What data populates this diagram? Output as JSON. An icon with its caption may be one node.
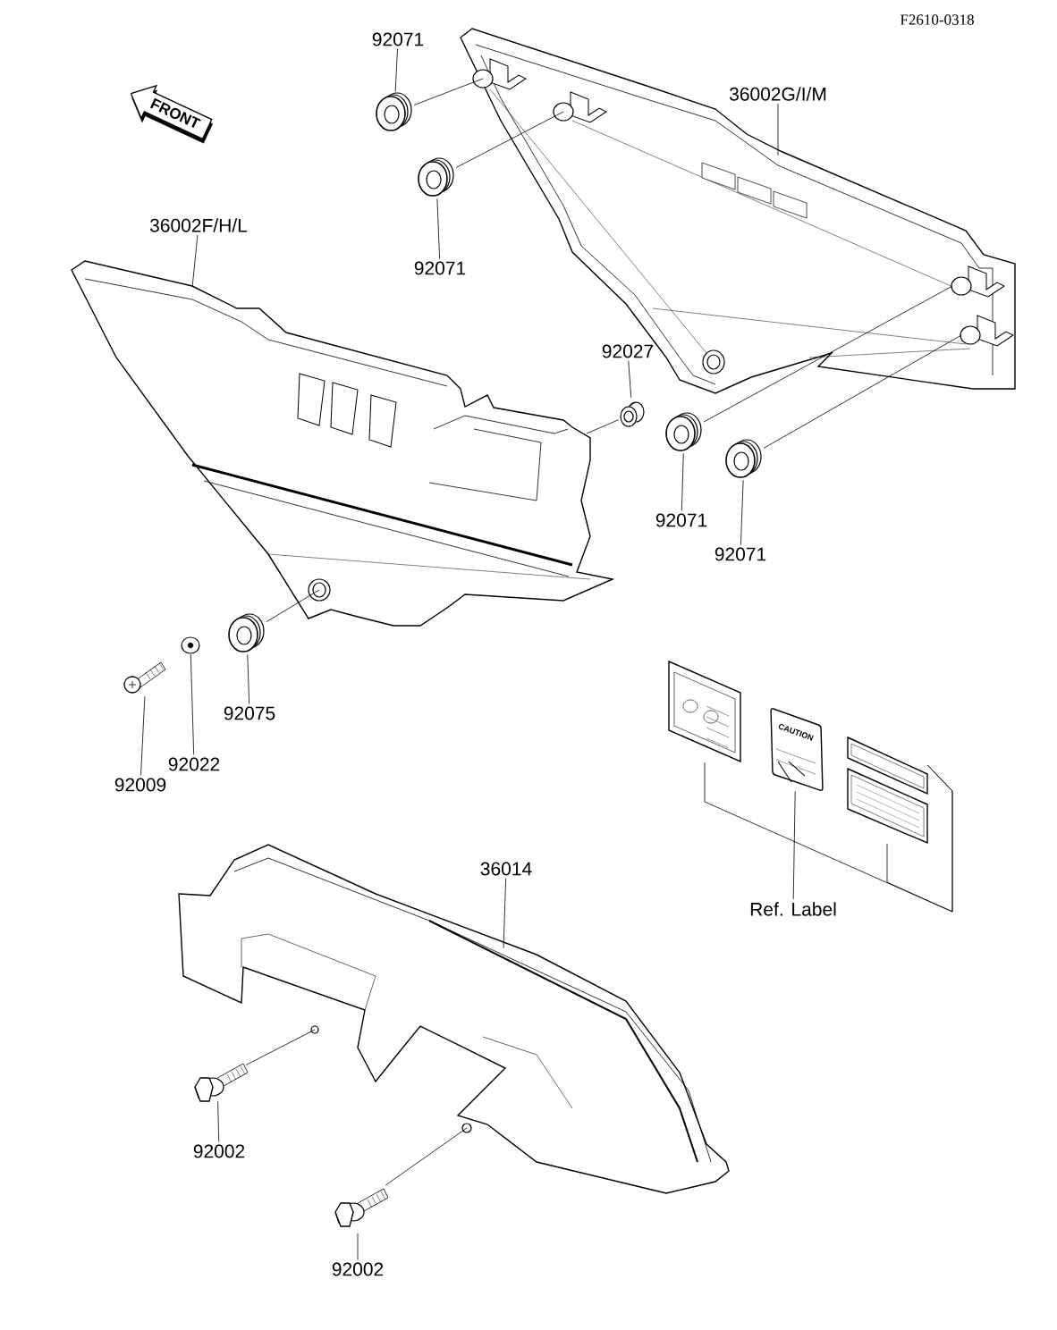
{
  "diagram": {
    "nodes": [
      {
        "text": [
          "92071"
        ]
      },
      {
        "text": [],
        "shape": "picture"
      },
      {
        "text": [
          "36002G/I/M"
        ]
      },
      {
        "text": [],
        "shape": "picture"
      },
      {
        "text": [
          "92071"
        ]
      },
      {
        "text": [],
        "shape": "picture"
      },
      {
        "text": [
          "36002F/H/L"
        ]
      },
      {
        "text": [],
        "shape": "picture"
      },
      {
        "text": [
          "92027"
        ]
      },
      {
        "text": [],
        "shape": "picture"
      },
      {
        "text": [
          "92071"
        ]
      },
      {
        "text": [],
        "shape": "picture"
      },
      {
        "text": [
          "92071"
        ]
      },
      {
        "text": [],
        "shape": "picture"
      },
      {
        "text": [],
        "shape": "picture"
      },
      {
        "text": [],
        "shape": "picture"
      },
      {
        "text": [],
        "shape": "picture"
      },
      {
        "text": [
          "92075"
        ]
      },
      {
        "text": [
          "92022"
        ]
      },
      {
        "text": [
          "92009"
        ]
      },
      {
        "text": [],
        "shape": "picture"
      },
      {
        "text": [
          "CAUTION"
        ]
      },
      {
        "text": [],
        "shape": "picture"
      },
      {
        "text": [],
        "shape": "picture"
      },
      {
        "text": [
          "36014"
        ]
      },
      {
        "text": [
          "Ref. Label"
        ]
      },
      {
        "text": [],
        "shape": "picture"
      },
      {
        "text": [],
        "shape": "picture"
      },
      {
        "text": [
          "92002"
        ]
      },
      {
        "text": [],
        "shape": "picture"
      },
      {
        "text": [
          "92002"
        ]
      }
    ],
    "edges": [
      {
        "from": 0,
        "to": 1,
        "arrow": "none"
      },
      {
        "from": 2,
        "to": 3,
        "arrow": "none"
      },
      {
        "from": 4,
        "to": 5,
        "arrow": "none"
      },
      {
        "from": 6,
        "to": 7,
        "arrow": "none"
      },
      {
        "from": 8,
        "to": 9,
        "arrow": "none"
      },
      {
        "from": 10,
        "to": 11,
        "arrow": "none"
      },
      {
        "from": 12,
        "to": 13,
        "arrow": "none"
      },
      {
        "from": 17,
        "to": 16,
        "arrow": "none"
      },
      {
        "from": 18,
        "to": 15,
        "arrow": "none"
      },
      {
        "from": 19,
        "to": 14,
        "arrow": "none"
      },
      {
        "from": 24,
        "to": 26,
        "arrow": "none"
      },
      {
        "from": 28,
        "to": 27,
        "arrow": "none"
      },
      {
        "from": 30,
        "to": 29,
        "arrow": "none"
      },
      {
        "from": 25,
        "to": 21,
        "arrow": "none"
      },
      {
        "from": 20,
        "to": 22,
        "arrow": "none"
      },
      {
        "from": 23,
        "to": 22,
        "arrow": "none"
      },
      {
        "from": 1,
        "to": 3,
        "arrow": "none"
      },
      {
        "from": 5,
        "to": 3,
        "arrow": "none"
      },
      {
        "from": 11,
        "to": 3,
        "arrow": "none"
      },
      {
        "from": 13,
        "to": 3,
        "arrow": "none"
      },
      {
        "from": 9,
        "to": 7,
        "arrow": "none"
      },
      {
        "from": 16,
        "to": 7,
        "arrow": "none"
      },
      {
        "from": 27,
        "to": 26,
        "arrow": "none"
      },
      {
        "from": 29,
        "to": 26,
        "arrow": "none"
      }
    ],
    "labels": [
      "F2610-0318",
      "FRONT"
    ]
  }
}
